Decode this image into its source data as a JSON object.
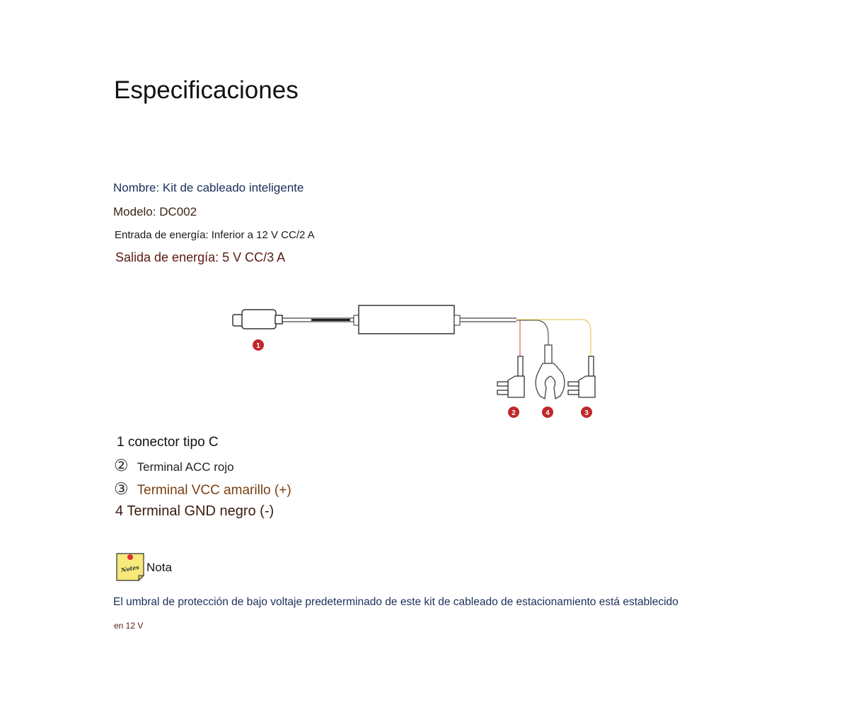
{
  "title": "Especificaciones",
  "specs": {
    "name": "Nombre: Kit de cableado inteligente",
    "model": "Modelo: DC002",
    "input": "Entrada de energía: Inferior a 12 V CC/2 A",
    "output": "Salida de energía: 5 V CC/3 A"
  },
  "diagram": {
    "callouts": [
      "1",
      "2",
      "4",
      "3"
    ],
    "colors": {
      "callout": "#c0282d",
      "red_wire": "#d04040",
      "yellow_wire": "#e8c860",
      "black_wire": "#555555"
    }
  },
  "legend": {
    "item1": "1 conector tipo C",
    "item2_marker": "②",
    "item2": "Terminal ACC rojo",
    "item3_marker": "③",
    "item3": "Terminal VCC amarillo (+)",
    "item4": "4 Terminal GND negro (-)"
  },
  "note": {
    "icon_text": "Notes",
    "label": "Nota",
    "text": "El umbral de protección de bajo voltaje predeterminado de este kit de cableado de estacionamiento está establecido",
    "text2": "en 12 V"
  }
}
